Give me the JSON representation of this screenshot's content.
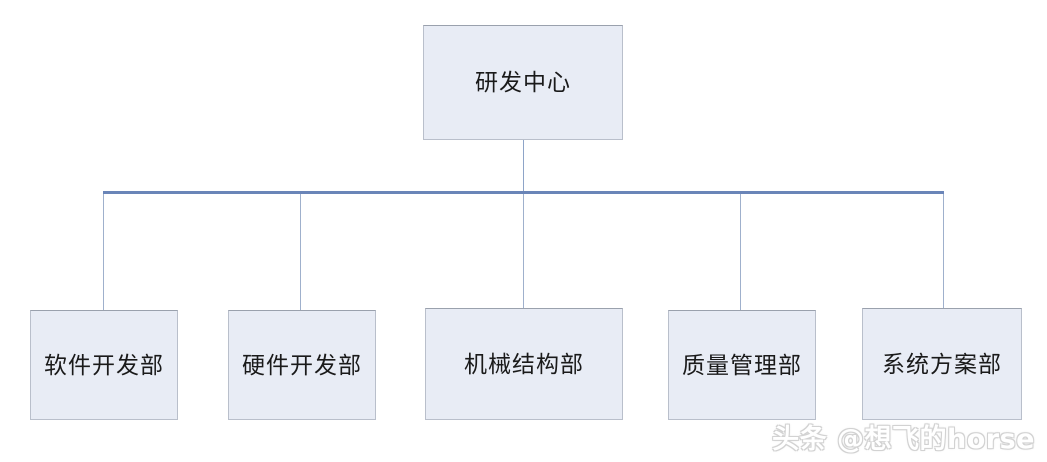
{
  "chart_data": {
    "type": "diagram",
    "diagram_type": "organizational-chart",
    "orientation": "top-down",
    "levels": 2,
    "root": {
      "label": "研发中心"
    },
    "children": [
      {
        "label": "软件开发部"
      },
      {
        "label": "硬件开发部"
      },
      {
        "label": "机械结构部"
      },
      {
        "label": "质量管理部"
      },
      {
        "label": "系统方案部"
      }
    ],
    "colors": {
      "node_fill": "#e8ecf5",
      "node_border": "#b9bfcb",
      "bus_line": "#6a85b8",
      "drop_line": "#9fb0cc",
      "text": "#1a1a1a",
      "background": "#ffffff"
    }
  },
  "org": {
    "root": {
      "label": "研发中心"
    },
    "departments": [
      {
        "label": "软件开发部"
      },
      {
        "label": "硬件开发部"
      },
      {
        "label": "机械结构部"
      },
      {
        "label": "质量管理部"
      },
      {
        "label": "系统方案部"
      }
    ]
  },
  "watermark": {
    "text": "头条 @想飞的horse"
  }
}
